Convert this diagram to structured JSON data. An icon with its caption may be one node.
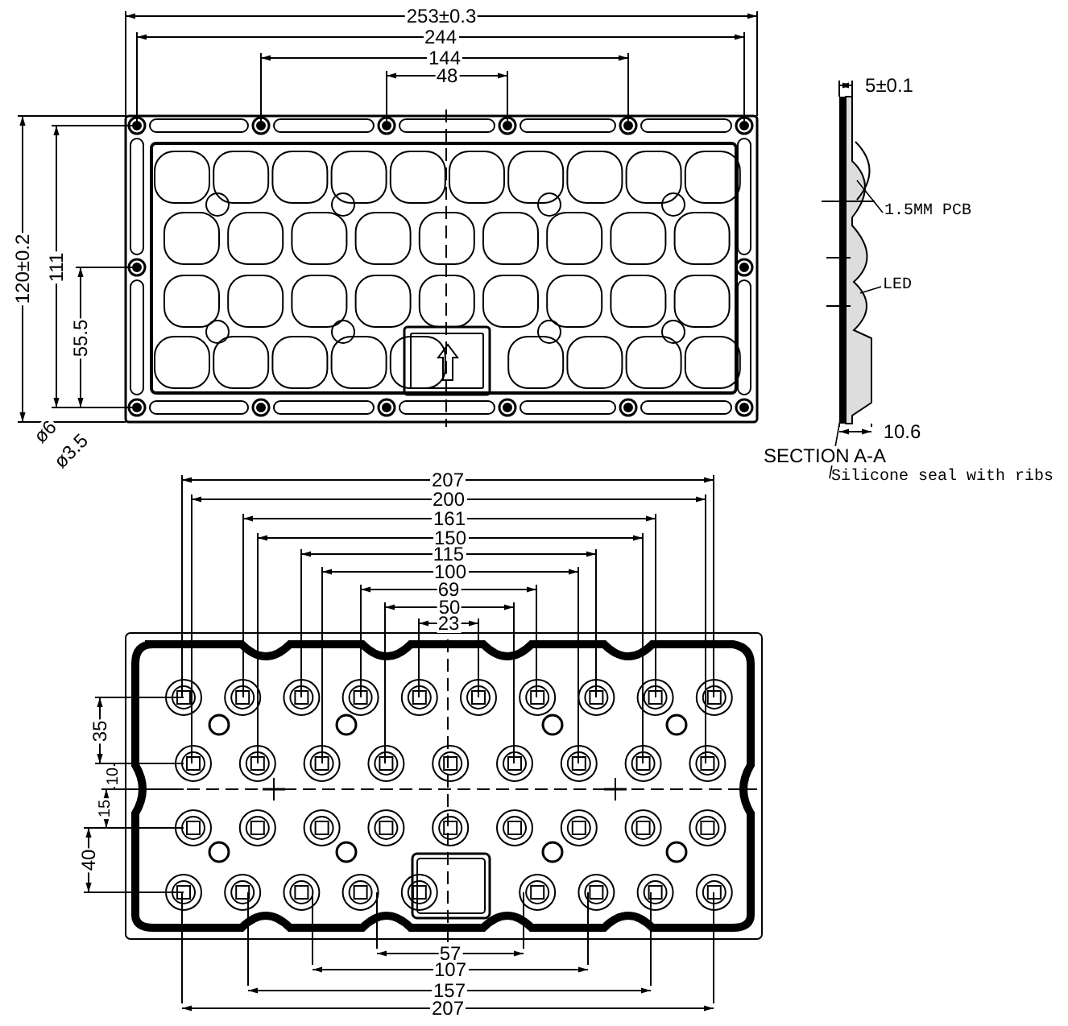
{
  "diagram": {
    "nodes": [
      {
        "text": [
          "1.5MM PCB"
        ]
      },
      {
        "text": [
          "LED"
        ]
      },
      {
        "text": [
          "Silicone seal with ribs"
        ]
      }
    ],
    "edges": [
      {
        "from": 0,
        "to": null,
        "arrow": "none"
      },
      {
        "from": 1,
        "to": null,
        "arrow": "none"
      },
      {
        "from": 2,
        "to": null,
        "arrow": "none"
      }
    ],
    "labels": [
      "253±0.3",
      "244",
      "144",
      "48",
      "120±0.2",
      "111",
      "55.5",
      "ø6",
      "ø3.5",
      "5±0.1",
      "10.6",
      "SECTION A-A",
      "207",
      "200",
      "161",
      "150",
      "115",
      "100",
      "69",
      "50",
      "23",
      "35",
      "10",
      "15",
      "40",
      "57",
      "107",
      "157",
      "207"
    ]
  }
}
